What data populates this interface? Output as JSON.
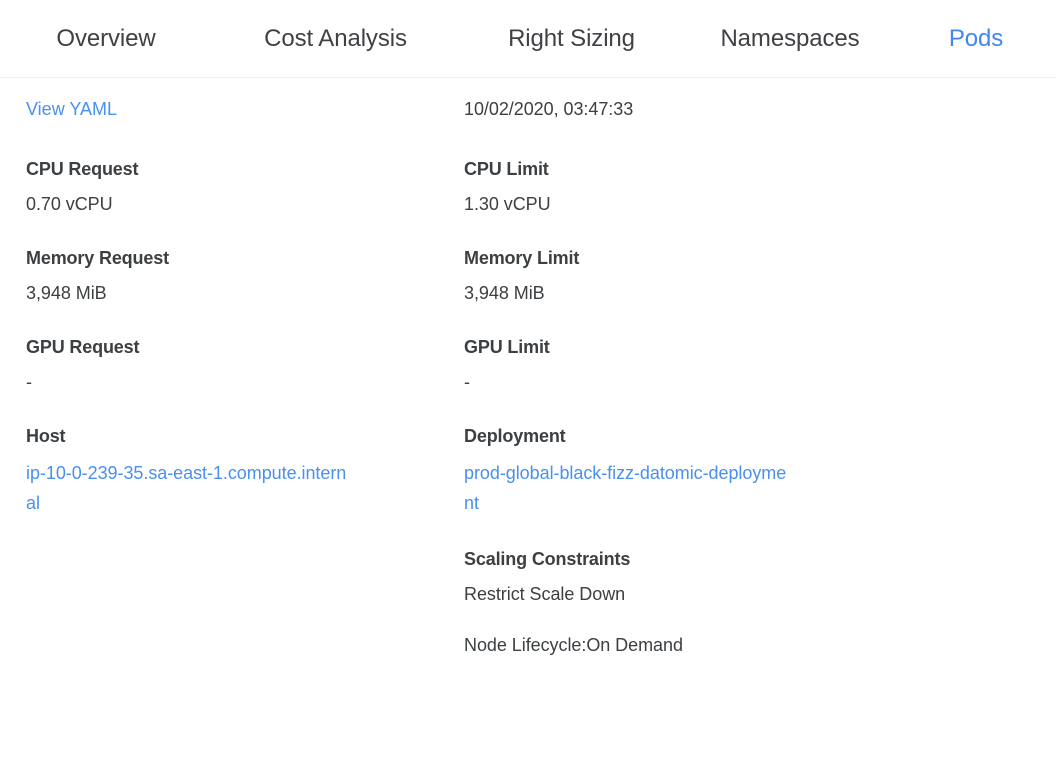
{
  "theme": {
    "accent": "#4285f4",
    "link": "#4a90ee",
    "text": "#3c4043",
    "tab_text": "#3f4144",
    "divider": "#eceef0",
    "background": "#ffffff"
  },
  "tabs": [
    {
      "label": "Overview",
      "active": false
    },
    {
      "label": "Cost Analysis",
      "active": false
    },
    {
      "label": "Right Sizing",
      "active": false
    },
    {
      "label": "Namespaces",
      "active": false
    },
    {
      "label": "Pods",
      "active": true
    }
  ],
  "detail": {
    "left": {
      "view_yaml_label": "View YAML",
      "cpu_request_label": "CPU Request",
      "cpu_request_value": "0.70 vCPU",
      "memory_request_label": "Memory Request",
      "memory_request_value": "3,948 MiB",
      "gpu_request_label": "GPU Request",
      "gpu_request_value": "-",
      "host_label": "Host",
      "host_value": "ip-10-0-239-35.sa-east-1.compute.internal"
    },
    "right": {
      "timestamp": "10/02/2020, 03:47:33",
      "cpu_limit_label": "CPU Limit",
      "cpu_limit_value": "1.30 vCPU",
      "memory_limit_label": "Memory Limit",
      "memory_limit_value": "3,948 MiB",
      "gpu_limit_label": "GPU Limit",
      "gpu_limit_value": "-",
      "deployment_label": "Deployment",
      "deployment_value": "prod-global-black-fizz-datomic-deployment",
      "scaling_constraints_label": "Scaling Constraints",
      "scaling_constraints": [
        "Restrict Scale Down",
        "Node Lifecycle:On Demand"
      ]
    }
  }
}
